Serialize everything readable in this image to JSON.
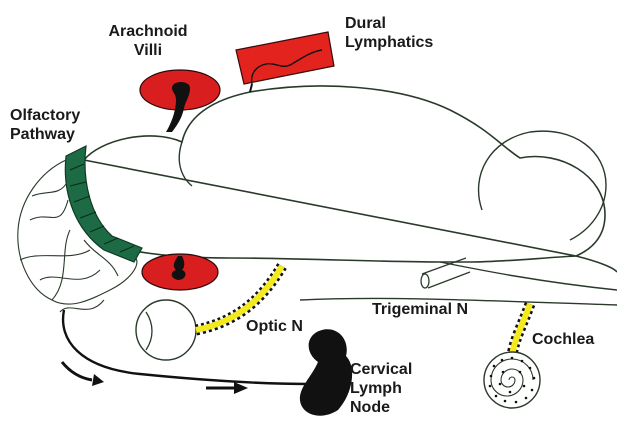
{
  "labels": {
    "arachnoid_villi": [
      "Arachnoid",
      "Villi"
    ],
    "dural_lymphatics": [
      "Dural",
      "Lymphatics"
    ],
    "olfactory_pathway": [
      "Olfactory",
      "Pathway"
    ],
    "optic_n": "Optic N",
    "trigeminal_n": "Trigeminal N",
    "cochlea": "Cochlea",
    "cervical_lymph_node": [
      "Cervical",
      "Lymph",
      "Node"
    ]
  },
  "colors": {
    "outline": "#2a3a2a",
    "villi_red": "#d81e1e",
    "lymphatic_red": "#e3231e",
    "olfactory_green": "#1d6b45",
    "nerve_yellow": "#f2ea1c",
    "node_black": "#111111"
  },
  "icons": [
    "arachnoid-villus-icon",
    "dural-lymphatic-icon",
    "eye-icon",
    "cochlea-icon",
    "lymph-node-icon",
    "flow-arrow-icon"
  ]
}
